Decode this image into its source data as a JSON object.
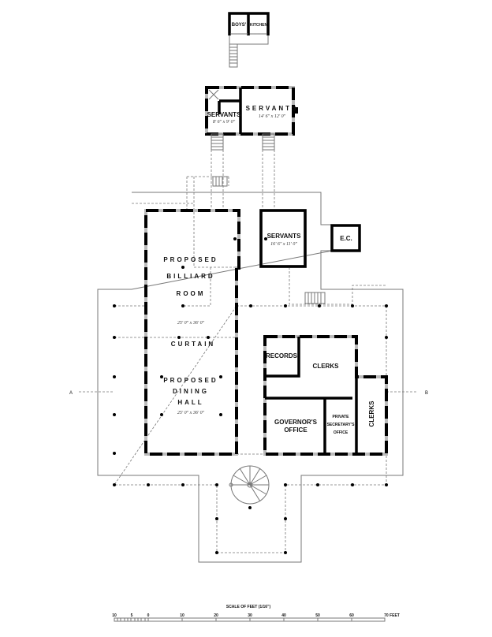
{
  "rooms": {
    "boys": "BOYS'",
    "kitchen": "KITCHEN",
    "servants_small": "SERVANTS",
    "servants_small_dim": "8' 6\" x 9' 0\"",
    "servants_large": "SERVANTS",
    "servants_large_dim": "14' 6\" x 12' 0\"",
    "servants_mid": "SERVANTS",
    "servants_mid_dim": "16' 6\" x 11' 0\"",
    "ec": "E.C.",
    "billiard_1": "PROPOSED",
    "billiard_2": "BILLIARD",
    "billiard_3": "ROOM",
    "billiard_dim": "25' 0\"  x  36' 0\"",
    "curtain": "CURTAIN",
    "dining_1": "PROPOSED",
    "dining_2": "DINING",
    "dining_3": "HALL",
    "dining_dim": "25' 0\"  x  36' 0\"",
    "records": "RECORDS",
    "clerks_1": "CLERKS",
    "clerks_2": "CLERKS",
    "governor_1": "GOVERNOR'S",
    "governor_2": "OFFICE",
    "private_1": "PRIVATE",
    "private_2": "SECRETARY'S",
    "private_3": "OFFICE"
  },
  "section": {
    "left": "A",
    "right": "B"
  },
  "scale": {
    "title": "SCALE OF FEET (1/16\")",
    "ticks": [
      "10",
      "5",
      "0",
      "10",
      "20",
      "30",
      "40",
      "50",
      "60",
      "70 FEET"
    ]
  }
}
